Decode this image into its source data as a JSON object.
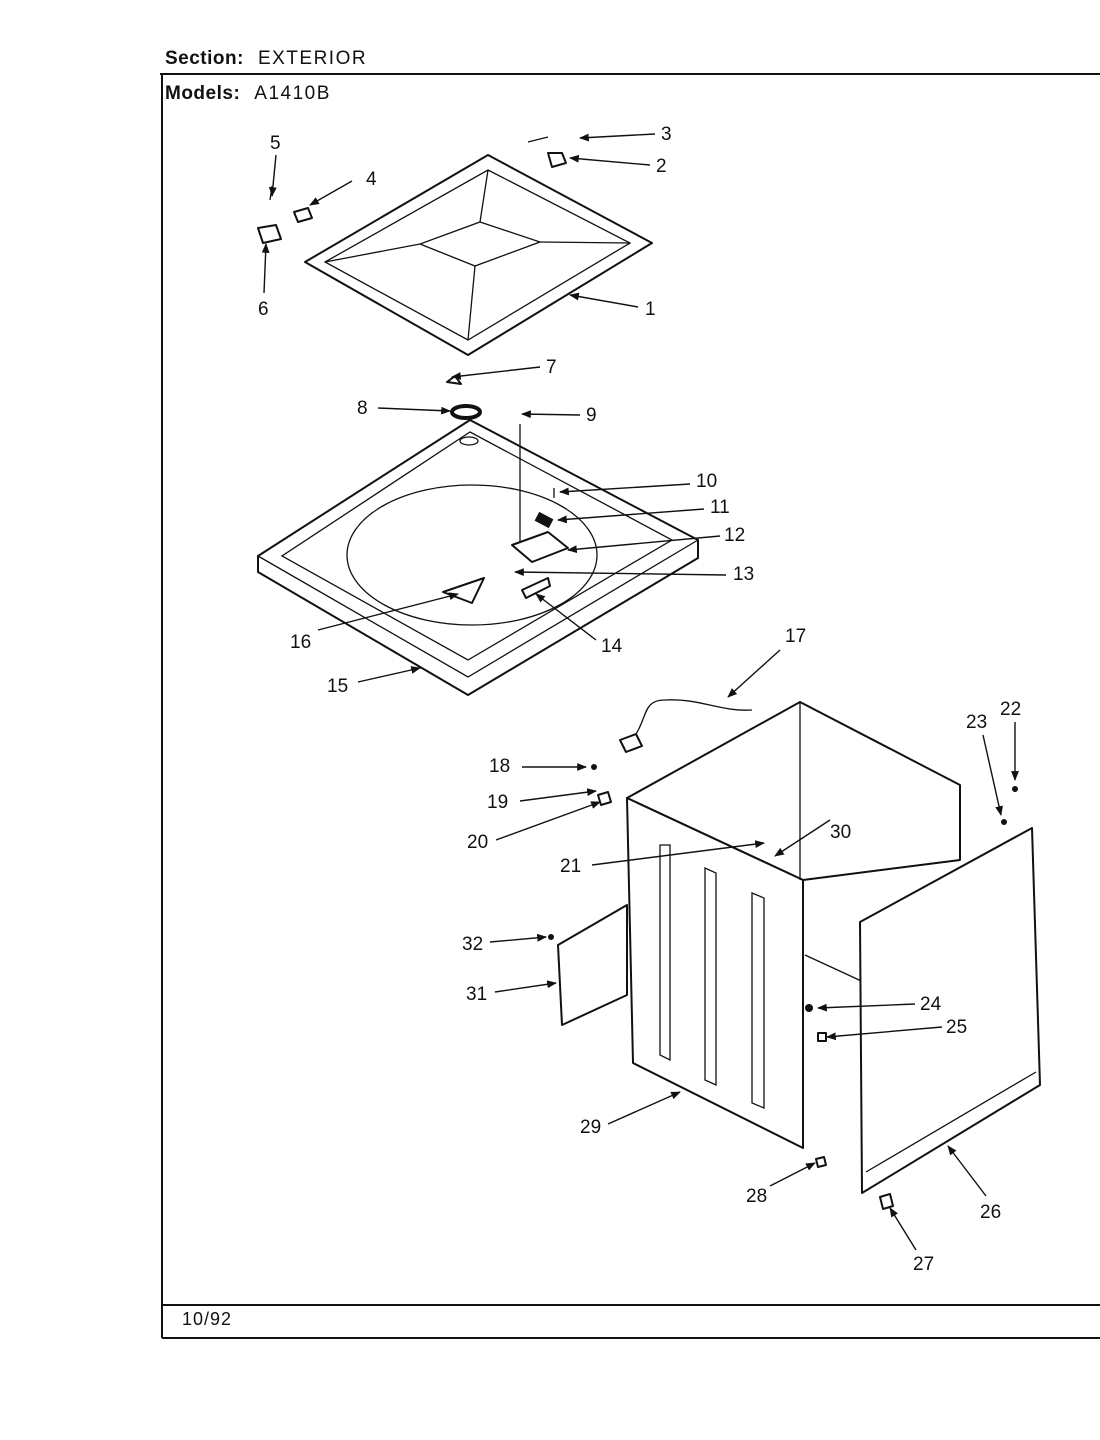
{
  "header": {
    "section_label": "Section:",
    "section_value": "EXTERIOR",
    "models_label": "Models:",
    "models_value": "A1410B"
  },
  "footer": {
    "date": "10/92"
  },
  "callouts": [
    "1",
    "2",
    "3",
    "4",
    "5",
    "6",
    "7",
    "8",
    "9",
    "10",
    "11",
    "12",
    "13",
    "14",
    "15",
    "16",
    "17",
    "18",
    "19",
    "20",
    "21",
    "22",
    "23",
    "24",
    "25",
    "26",
    "27",
    "28",
    "29",
    "30",
    "31",
    "32"
  ]
}
